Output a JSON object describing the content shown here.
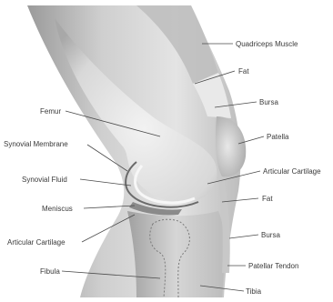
{
  "labels": {
    "quadriceps_muscle": "Quadriceps Muscle",
    "fat_upper": "Fat",
    "bursa_upper": "Bursa",
    "femur": "Femur",
    "patella": "Patella",
    "synovial_membrane": "Synovial Membrane",
    "synovial_fluid": "Synovial Fluid",
    "articular_cartilage_right": "Articular Cartilage",
    "fat_lower": "Fat",
    "meniscus": "Meniscus",
    "bursa_lower": "Bursa",
    "articular_cartilage_left": "Articular Cartilage",
    "patellar_tendon": "Patellar Tendon",
    "fibula": "Fibula",
    "tibia": "Tibia"
  }
}
